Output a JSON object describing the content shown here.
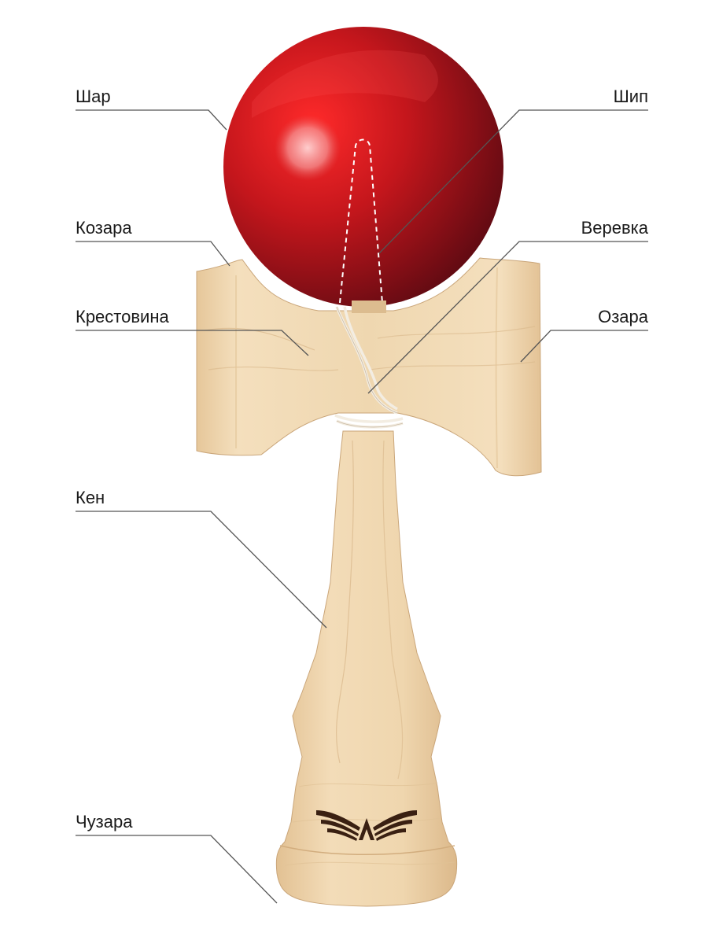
{
  "labels": {
    "ball": "Шар",
    "spike": "Шип",
    "kozara": "Козара",
    "string": "Веревка",
    "crosspiece": "Крестовина",
    "ozara": "Озара",
    "ken": "Кен",
    "chuzara": "Чузара"
  },
  "colors": {
    "ball": "#c4161c",
    "ball_dark": "#5e0a12",
    "wood": "#efd7b0",
    "wood_dark": "#d9b98c",
    "string": "#f3ede2",
    "logo": "#3a2012",
    "leader": "#555555"
  },
  "logo_icon": "winged-a-logo"
}
